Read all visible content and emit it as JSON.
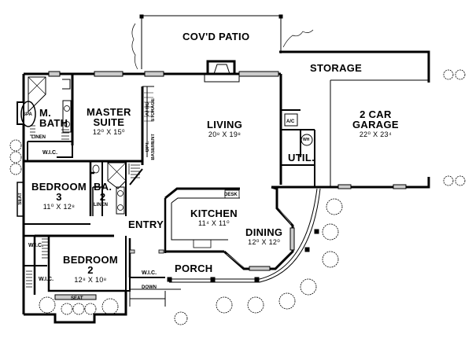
{
  "plan": {
    "rooms": [
      {
        "id": "covd-patio",
        "name": "COV'D PATIO",
        "dims": ""
      },
      {
        "id": "storage",
        "name": "STORAGE",
        "dims": ""
      },
      {
        "id": "master-bath",
        "name": "M. BATH",
        "line1": "M.",
        "line2": "BATH",
        "dims": ""
      },
      {
        "id": "master-suite",
        "name": "MASTER SUITE",
        "line1": "MASTER",
        "line2": "SUITE",
        "dims": "12⁰ X 15⁰"
      },
      {
        "id": "living",
        "name": "LIVING",
        "dims": "20⁸ X 19⁸"
      },
      {
        "id": "garage",
        "name": "2 CAR GARAGE",
        "line1": "2 CAR",
        "line2": "GARAGE",
        "dims": "22⁰ X 23⁴"
      },
      {
        "id": "util",
        "name": "UTIL.",
        "dims": ""
      },
      {
        "id": "bedroom-3",
        "name": "BEDROOM 3",
        "line1": "BEDROOM",
        "line2": "3",
        "dims": "11⁰ X 12⁸"
      },
      {
        "id": "bath-2",
        "name": "BA. 2",
        "line1": "BA.",
        "line2": "2",
        "dims": ""
      },
      {
        "id": "entry",
        "name": "ENTRY",
        "dims": ""
      },
      {
        "id": "kitchen",
        "name": "KITCHEN",
        "dims": "11⁴ X 11⁰"
      },
      {
        "id": "dining",
        "name": "DINING",
        "dims": "12⁰ X 12⁰"
      },
      {
        "id": "bedroom-2",
        "name": "BEDROOM 2",
        "line1": "BEDROOM",
        "line2": "2",
        "dims": "12⁸ X 10⁸"
      },
      {
        "id": "porch",
        "name": "PORCH",
        "dims": ""
      }
    ],
    "small_labels": {
      "spa": "SPA",
      "linen_master": "LINEN",
      "wic_master": "W.I.C.",
      "attic_storage_1": "ATTIC",
      "attic_storage_2": "STORAGE",
      "opt_basement_1": "OPT.",
      "opt_basement_2": "BASEMENT",
      "ac": "A/C",
      "wh": "WH",
      "desk": "DESK",
      "linen_bath2": "LINEN",
      "seat_bed3": "SEAT",
      "wic_bed2_upper": "W.I.C.",
      "wic_bed2_lower": "W.I.C.",
      "seat_bed2": "SEAT",
      "wic_porch": "W.I.C.",
      "down": "DOWN"
    }
  }
}
